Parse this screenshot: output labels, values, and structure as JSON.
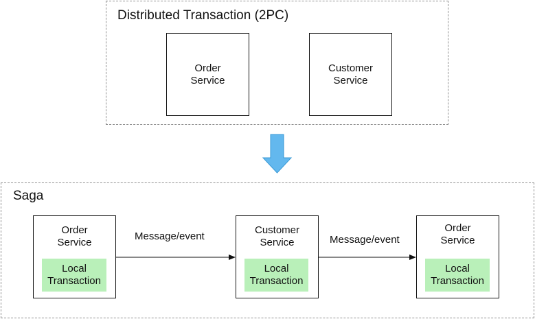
{
  "top_group": {
    "title": "Distributed Transaction (2PC)",
    "services": [
      {
        "line1": "Order",
        "line2": "Service"
      },
      {
        "line1": "Customer",
        "line2": "Service"
      }
    ]
  },
  "saga_group": {
    "title": "Saga",
    "services": [
      {
        "line1": "Order",
        "line2": "Service",
        "local1": "Local",
        "local2": "Transaction"
      },
      {
        "line1": "Customer",
        "line2": "Service",
        "local1": "Local",
        "local2": "Transaction"
      },
      {
        "line1": "Order",
        "line2": "Service",
        "local1": "Local",
        "local2": "Transaction"
      }
    ],
    "messages": [
      "Message/event",
      "Message/event"
    ]
  },
  "colors": {
    "local_fill": "#b9f0b9",
    "big_arrow_fill": "#63b8ee",
    "big_arrow_stroke": "#3a9ad6"
  }
}
